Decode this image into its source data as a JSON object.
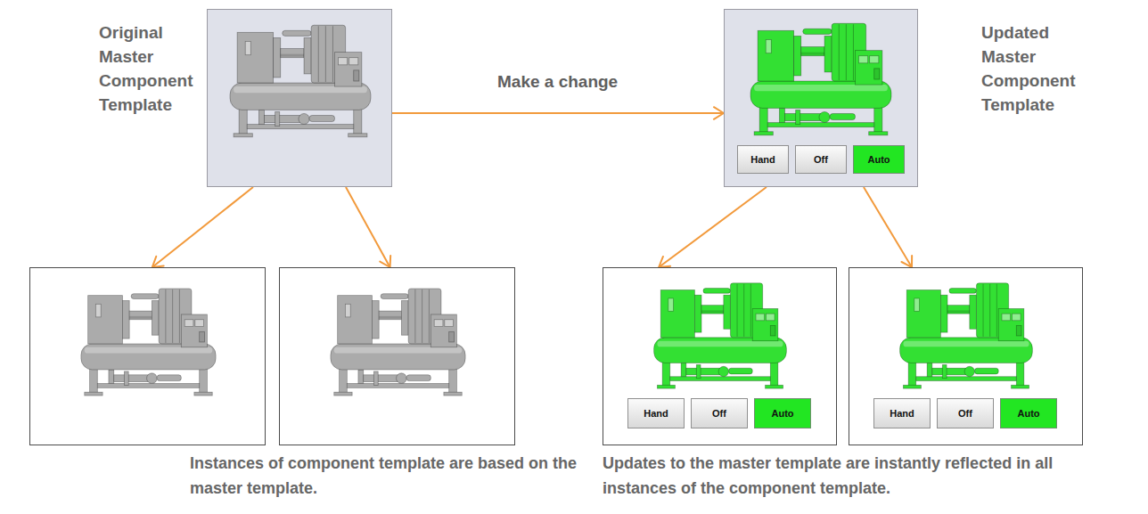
{
  "diagram": {
    "nodes": [
      {
        "text": [
          "Original Master Component Template"
        ]
      },
      {
        "text": [
          "Updated Master Component Template"
        ]
      },
      {
        "text": [
          "Hand"
        ],
        "in": 1
      },
      {
        "text": [
          "Off"
        ],
        "in": 1
      },
      {
        "text": [
          "Auto"
        ],
        "in": 1
      },
      {
        "text": []
      },
      {
        "text": []
      },
      {
        "text": []
      },
      {
        "text": [
          "Hand"
        ],
        "in": 7
      },
      {
        "text": [
          "Off"
        ],
        "in": 7
      },
      {
        "text": [
          "Auto"
        ],
        "in": 7
      },
      {
        "text": []
      },
      {
        "text": [
          "Hand"
        ],
        "in": 11
      },
      {
        "text": [
          "Off"
        ],
        "in": 11
      },
      {
        "text": [
          "Auto"
        ],
        "in": 11
      }
    ],
    "edges": [
      {
        "from": 0,
        "to": 1,
        "arrow": "to",
        "label": "Make a change"
      },
      {
        "from": 0,
        "to": 5,
        "arrow": "to"
      },
      {
        "from": 0,
        "to": 6,
        "arrow": "to"
      },
      {
        "from": 1,
        "to": 7,
        "arrow": "to"
      },
      {
        "from": 1,
        "to": 11,
        "arrow": "to"
      }
    ],
    "labels": [
      "Instances of component template are based on the master template.",
      "Updates to the master template are instantly reflected in all instances of the component template."
    ]
  }
}
